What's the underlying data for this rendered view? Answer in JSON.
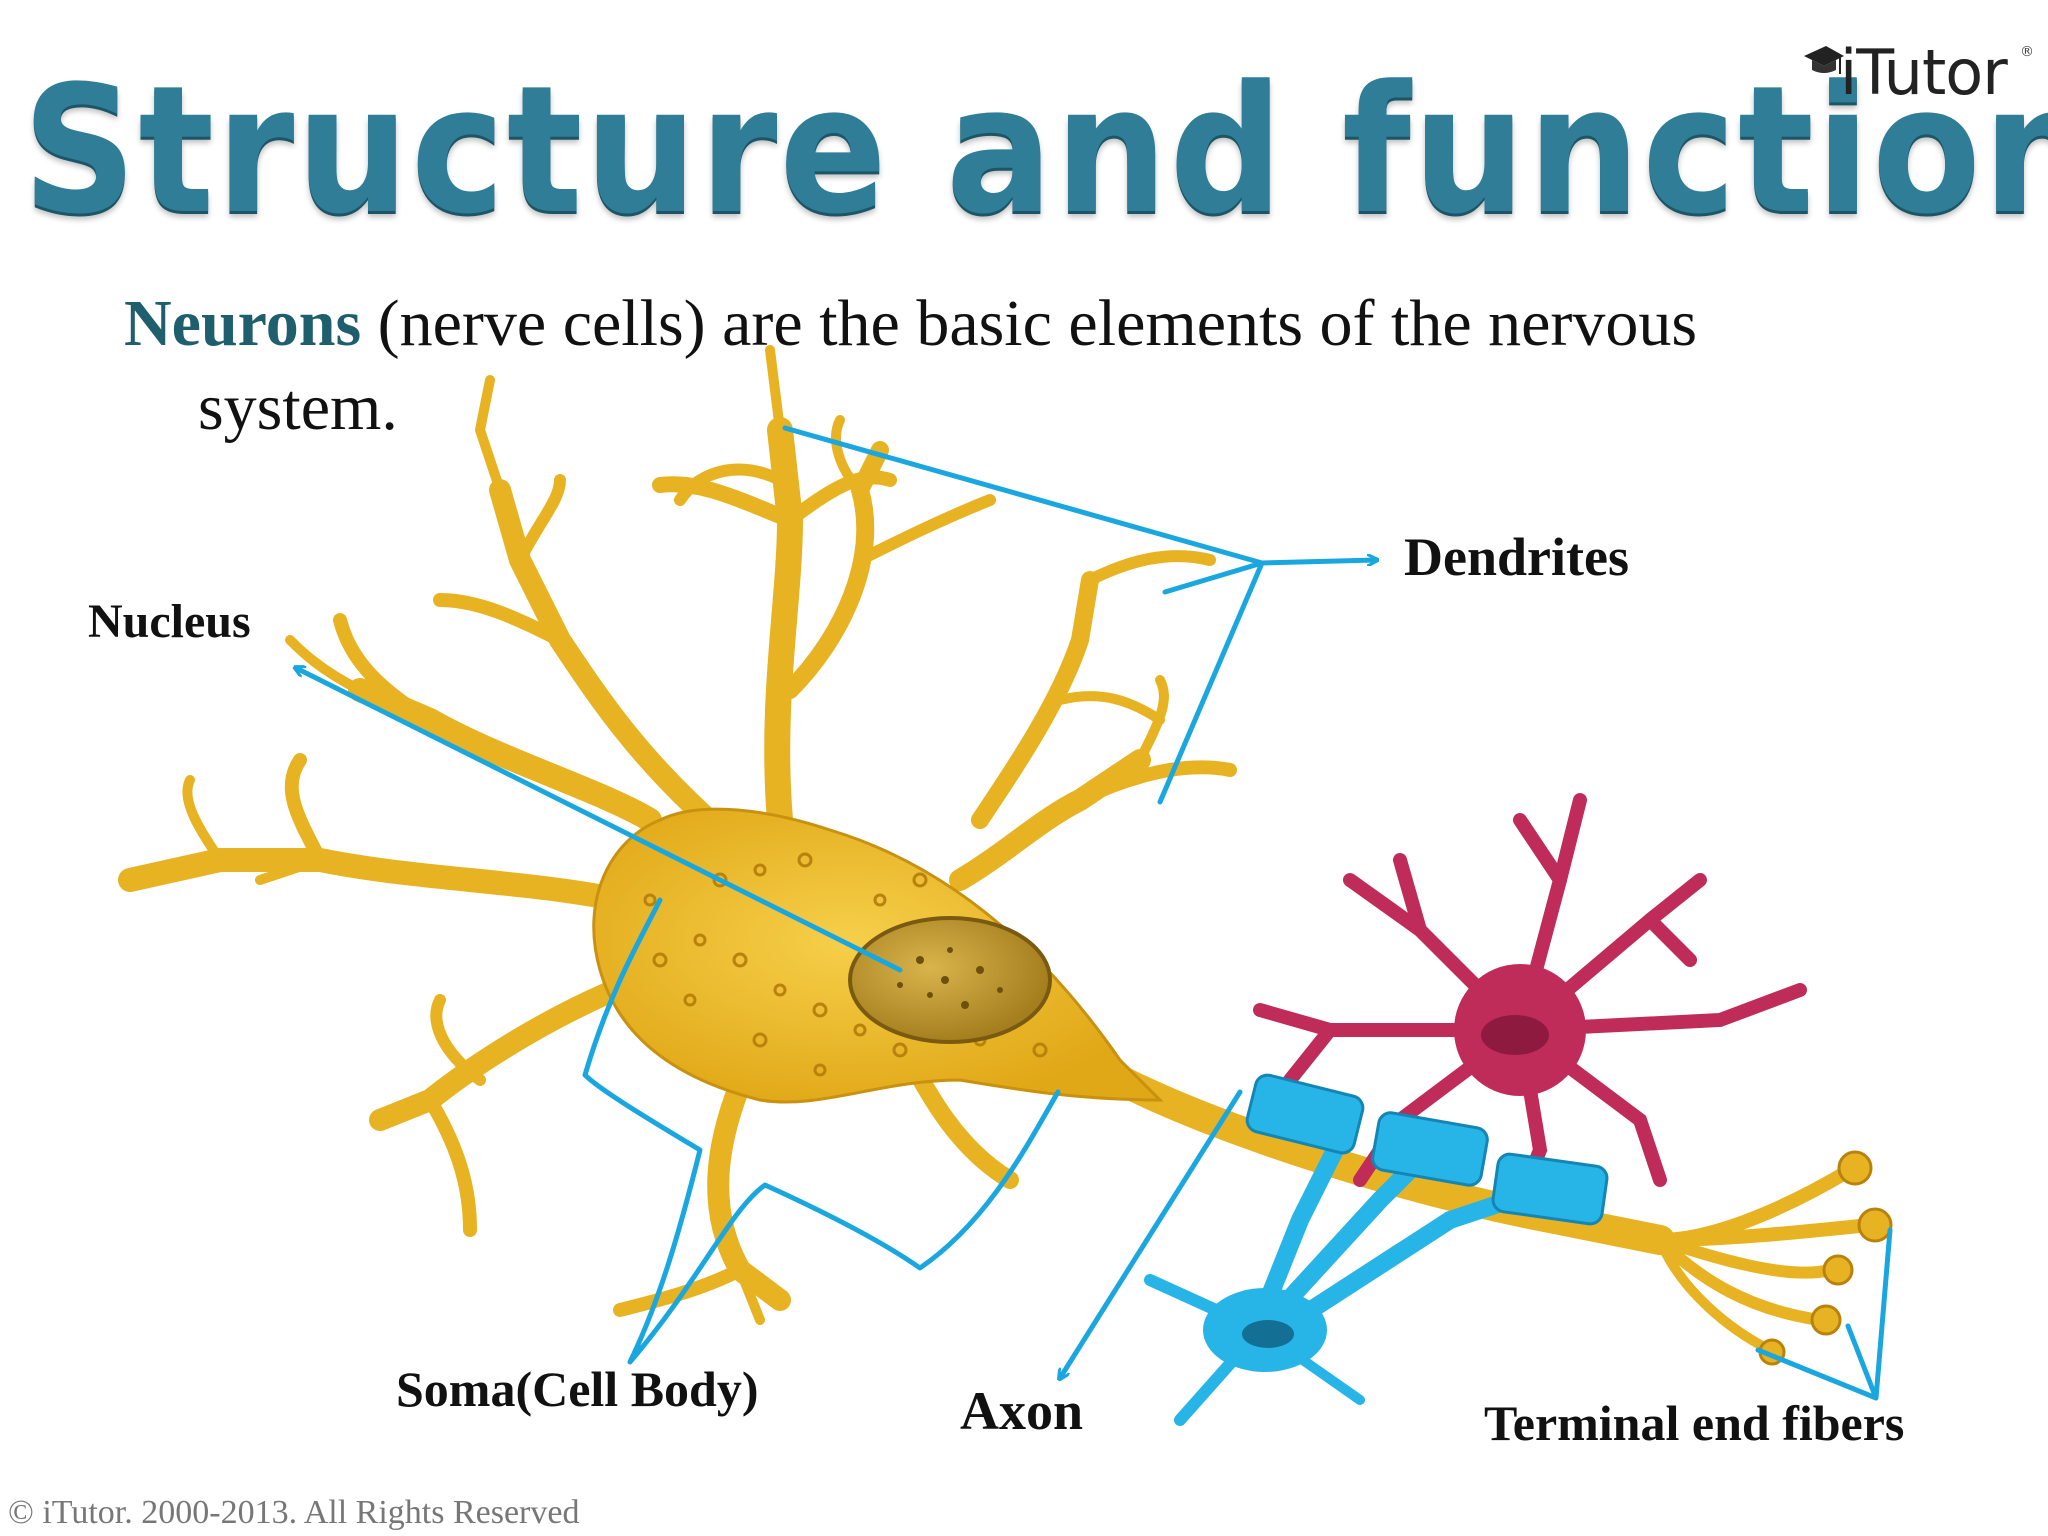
{
  "slide": {
    "title": "Structure and function",
    "logo": {
      "text": "iTutor",
      "mark": "®",
      "icon": "graduation-cap-icon"
    },
    "intro": {
      "term": "Neurons",
      "text_line1": " (nerve cells) are the basic elements of the nervous",
      "text_line2": "system."
    },
    "labels": {
      "dendrites": "Dendrites",
      "nucleus": "Nucleus",
      "soma": "Soma(Cell Body)",
      "axon": "Axon",
      "terminal": "Terminal end fibers"
    },
    "footer": "© iTutor. 2000-2013. All Rights Reserved"
  },
  "colors": {
    "title": "#2f7d96",
    "neuron_body": "#e8b322",
    "neuron_outline": "#b9820c",
    "glial_red": "#c02c5a",
    "myelin_blue": "#27b4e6",
    "pointer": "#1aa7df"
  }
}
